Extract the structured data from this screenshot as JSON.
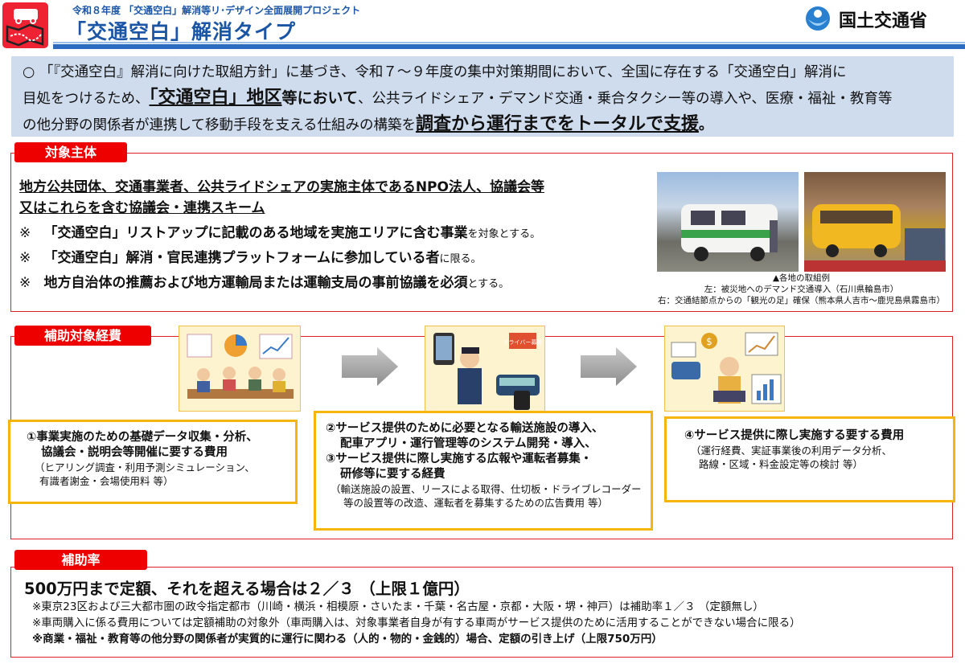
{
  "header": {
    "subtitle": "令和８年度 「交通空白」解消等リ･デザイン全面展開プロジェクト",
    "title": "「交通空白」解消タイプ",
    "ministry": "国土交通省"
  },
  "intro": {
    "p1": "○ 「『交通空白』解消に向けた取組方針」に基づき、令和７～９年度の集中対策期間において、全国に存在する「交通空白」解消に",
    "p2a": "目処をつけるため、",
    "p2b": "「交通空白」地区",
    "p2c": "等において",
    "p2d": "、公共ライドシェア・デマンド交通・乗合タクシー等の導入や、医療・福祉・教育等",
    "p3a": "の他分野の関係者が連携して移動手段を支える仕組みの構築を",
    "p3b": "調査から運行までをトータルで支援",
    "p3c": "。"
  },
  "section1": {
    "tag": "対象主体",
    "entity1": "地方公共団体、交通事業者、公共ライドシェアの実施主体であるNPO法人、協議会等",
    "entity2": "又はこれらを含む協議会・連携スキーム",
    "notes": [
      {
        "mark": "※",
        "bold": "「交通空白」リストアップに記載のある地域を実施エリアに含む事業",
        "rest": "を対象とする。"
      },
      {
        "mark": "※",
        "bold": "「交通空白」解消・官民連携プラットフォームに参加している者",
        "rest": "に限る。"
      },
      {
        "mark": "※",
        "bold": "地方自治体の推薦および地方運輸局または運輸支局の事前協議を必須",
        "rest": "とする。"
      }
    ],
    "caption_title": "▲各地の取組例",
    "caption_left": "左：被災地へのデマンド交通導入（石川県輪島市）",
    "caption_right": "右：交通結節点からの「観光の足」確保（熊本県人吉市～鹿児島県霧島市）"
  },
  "section2": {
    "tag": "補助対象経費",
    "box1": {
      "l1": "①事業実施のための基礎データ収集・分析、",
      "l2": "協議会・説明会等開催に要する費用",
      "s1": "（ヒアリング調査・利用予測シミュレーション、",
      "s2": "有識者謝金・会場使用料 等）"
    },
    "box2": {
      "l1": "②サービス提供のために必要となる輸送施設の導入、",
      "l2": "配車アプリ・運行管理等のシステム開発・導入、",
      "l3": "③サービス提供に際し実施する広報や運転者募集・",
      "l4": "研修等に要する経費",
      "s1": "（輸送施設の設置、リースによる取得、仕切板・ドライブレコーダー",
      "s2": "等の設置等の改造、運転者を募集するための広告費用 等）"
    },
    "box3": {
      "l1": "④サービス提供に際し実施する要する費用",
      "s1": "（運行経費、実証事業後の利用データ分析、",
      "s2": "路線・区域・料金設定等の検討 等）"
    },
    "sign_text": "ドライバー募集"
  },
  "section3": {
    "tag": "補助率",
    "main": "500万円まで定額、それを超える場合は２／３ （上限１億円）",
    "n1": "※東京23区および三大都市圏の政令指定都市（川崎・横浜・相模原・さいたま・千葉・名古屋・京都・大阪・堺・神戸）は補助率１／３ （定額無し）",
    "n2": "※車両購入に係る費用については定額補助の対象外（車両購入は、対象事業者自身が有する車両がサービス提供のために活用することができない場合に限る）",
    "n3": "※商業・福祉・教育等の他分野の関係者が実質的に運行に関わる（人的・物的・金銭的）場合、定額の引き上げ（上限750万円）"
  },
  "colors": {
    "accent_blue": "#1a55a6",
    "red": "#e00000",
    "yellow": "#f5b50c",
    "intro_bg": "#cfdcee"
  }
}
